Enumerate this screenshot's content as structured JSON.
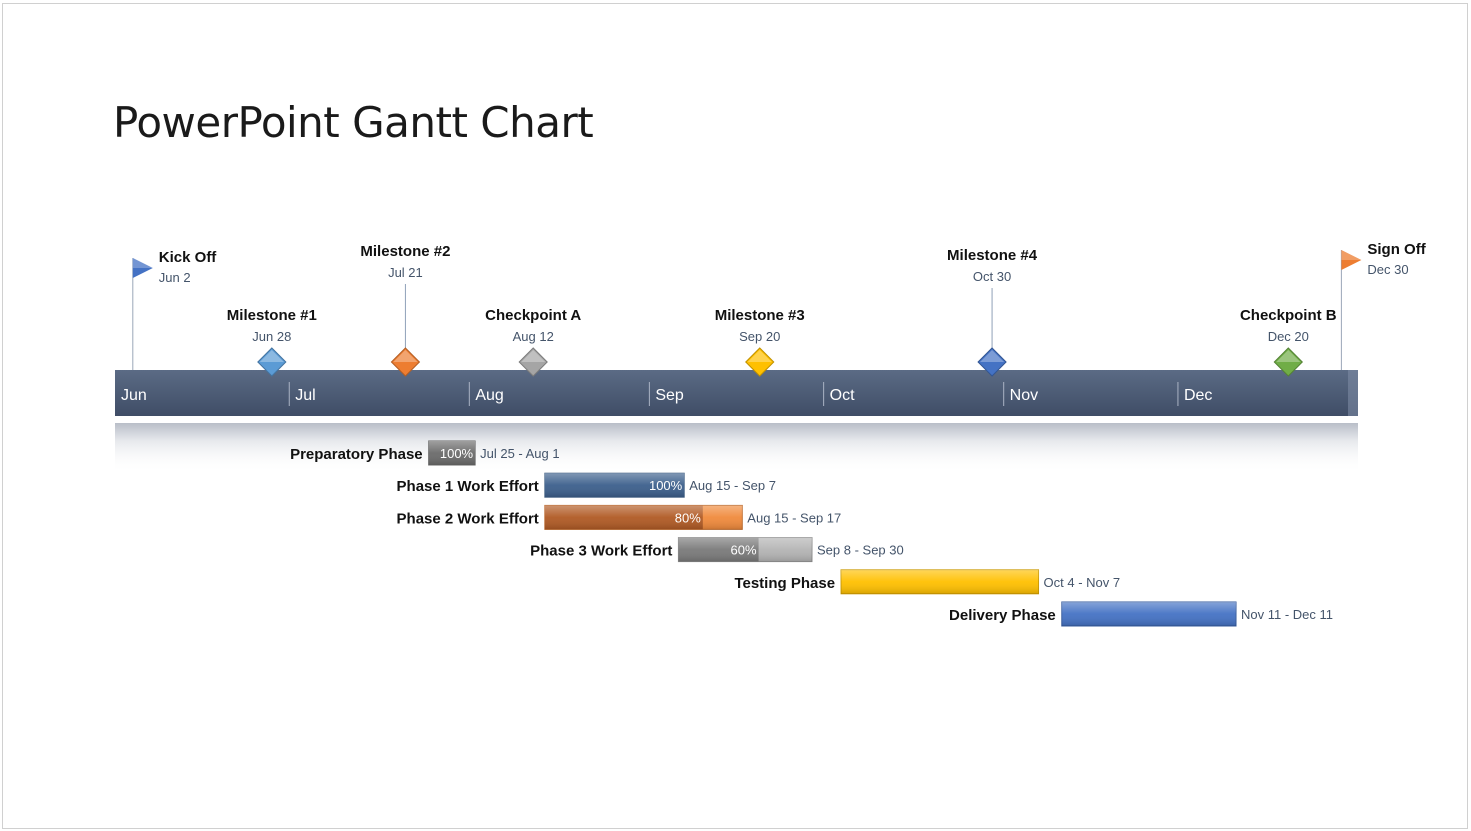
{
  "title": "PowerPoint Gantt Chart",
  "chart_data": {
    "type": "gantt",
    "year_range": [
      "Jun 1",
      "Dec 31"
    ],
    "months": [
      "Jun",
      "Jul",
      "Aug",
      "Sep",
      "Oct",
      "Nov",
      "Dec"
    ],
    "flags": [
      {
        "label": "Kick Off",
        "date": "Jun 2",
        "day": 1,
        "color": "#4472c4"
      },
      {
        "label": "Sign Off",
        "date": "Dec 30",
        "day": 212,
        "color": "#ed7d31"
      }
    ],
    "milestones": [
      {
        "label": "Milestone #1",
        "date": "Jun 28",
        "day": 27,
        "color": "#5b9bd5",
        "level": "low"
      },
      {
        "label": "Milestone #2",
        "date": "Jul 21",
        "day": 50,
        "color": "#ed7d31",
        "level": "high"
      },
      {
        "label": "Checkpoint A",
        "date": "Aug 12",
        "day": 72,
        "color": "#a5a5a5",
        "level": "low"
      },
      {
        "label": "Milestone #3",
        "date": "Sep 20",
        "day": 111,
        "color": "#ffc000",
        "level": "low"
      },
      {
        "label": "Milestone #4",
        "date": "Oct 30",
        "day": 151,
        "color": "#4472c4",
        "level": "high"
      },
      {
        "label": "Checkpoint B",
        "date": "Dec 20",
        "day": 202,
        "color": "#70ad47",
        "level": "low"
      }
    ],
    "tasks": [
      {
        "label": "Preparatory Phase",
        "range": "Jul 25 - Aug 1",
        "start": 54,
        "end": 62,
        "progress": "100%",
        "progress_value": 100,
        "color": "#7f7f7f",
        "done_color": "#6b6b6b"
      },
      {
        "label": "Phase 1 Work Effort",
        "range": "Aug 15 - Sep 7",
        "start": 74,
        "end": 98,
        "progress": "100%",
        "progress_value": 100,
        "color": "#5a7ea6",
        "done_color": "#3c5f8c"
      },
      {
        "label": "Phase 2 Work Effort",
        "range": "Aug 15 - Sep 17",
        "start": 74,
        "end": 108,
        "progress": "80%",
        "progress_value": 80,
        "color": "#f08a3c",
        "done_color": "#b05a24"
      },
      {
        "label": "Phase 3 Work Effort",
        "range": "Sep 8 - Sep 30",
        "start": 97,
        "end": 120,
        "progress": "60%",
        "progress_value": 60,
        "color": "#b4b4b4",
        "done_color": "#7a7a7a"
      },
      {
        "label": "Testing Phase",
        "range": "Oct 4 - Nov 7",
        "start": 125,
        "end": 159,
        "progress": "",
        "progress_value": 0,
        "color": "#ffc000",
        "done_color": "#ffc000"
      },
      {
        "label": "Delivery Phase",
        "range": "Nov 11 - Dec 11",
        "start": 163,
        "end": 193,
        "progress": "",
        "progress_value": 0,
        "color": "#4472c4",
        "done_color": "#4472c4"
      }
    ]
  }
}
